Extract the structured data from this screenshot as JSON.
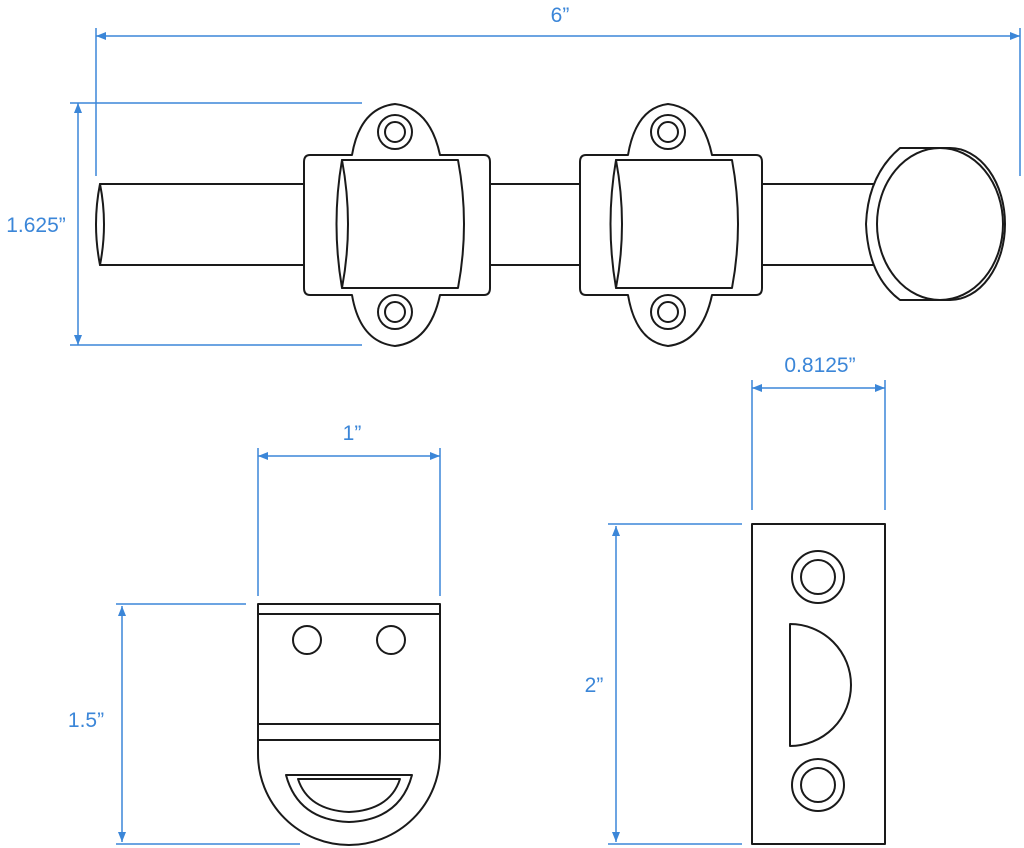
{
  "dimensions": {
    "bolt_length": "6”",
    "bolt_height": "1.625”",
    "keeper_width": "1”",
    "keeper_height": "1.5”",
    "strike_width": "0.8125”",
    "strike_height": "2”"
  },
  "colors": {
    "dimension": "#3b86d8",
    "outline": "#1a1a1a"
  }
}
